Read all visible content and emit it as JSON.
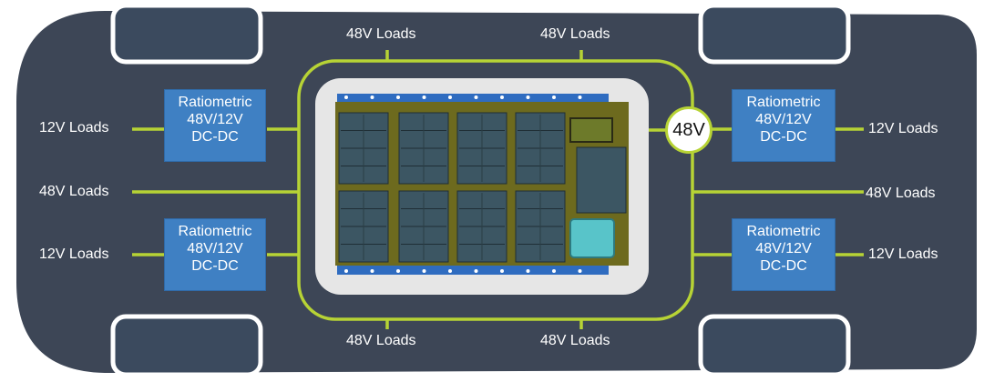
{
  "colors": {
    "chassis": "#3d4656",
    "wheel": "#3b4a5e",
    "bus_line": "#b7d335",
    "converter": "#3f80c3",
    "battery_pack": "#2f6cc0",
    "module": "#3c5663",
    "cooling_unit": "#58c4c9",
    "tray": "#e6e6e6"
  },
  "hub_label": "48V",
  "top_loads": [
    "48V Loads",
    "48V Loads"
  ],
  "bottom_loads": [
    "48V Loads",
    "48V Loads"
  ],
  "left": {
    "upper_load": "12V Loads",
    "middle_load": "48V Loads",
    "lower_load": "12V Loads"
  },
  "right": {
    "upper_load": "12V Loads",
    "middle_load": "48V Loads",
    "lower_load": "12V Loads"
  },
  "converter": {
    "line1": "Ratiometric",
    "line2": "48V/12V",
    "line3": "DC-DC"
  }
}
